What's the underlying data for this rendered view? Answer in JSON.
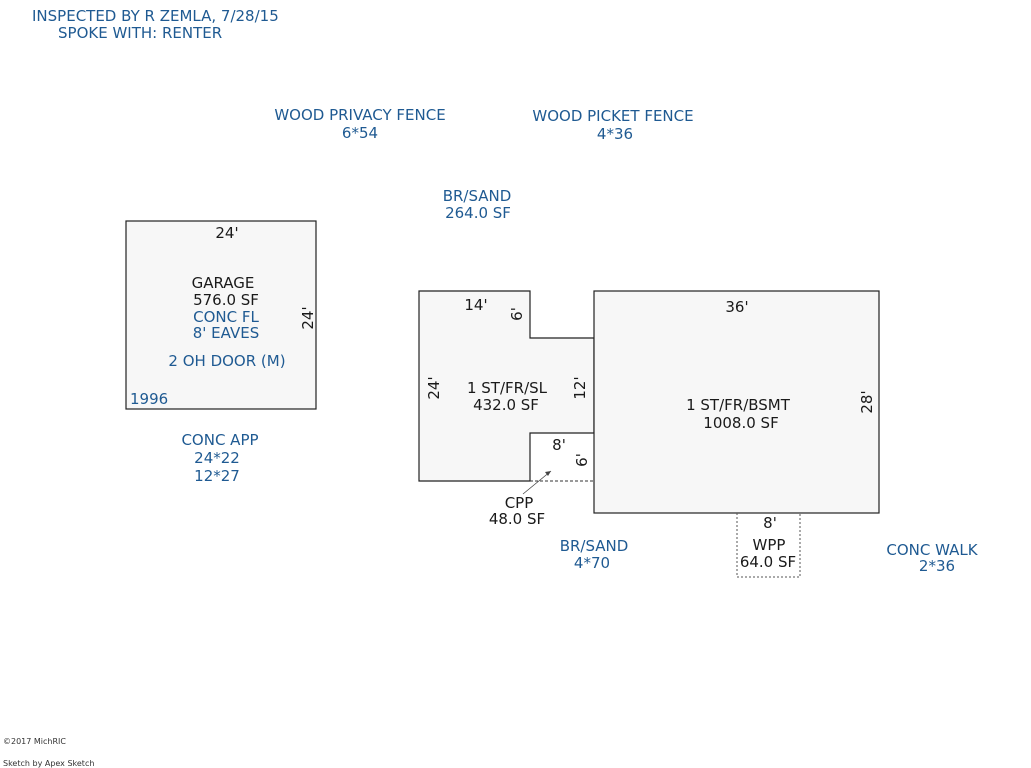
{
  "header": {
    "line1": "INSPECTED BY R ZEMLA,  7/28/15",
    "line2": "SPOKE WITH:  RENTER"
  },
  "notes": {
    "privacy_fence_title": "WOOD PRIVACY FENCE",
    "privacy_fence_size": "6*54",
    "picket_fence_title": "WOOD PICKET FENCE",
    "picket_fence_size": "4*36",
    "brsand_top_title": "BR/SAND",
    "brsand_top_area": "264.0 SF",
    "conc_app_title": "CONC APP",
    "conc_app_size1": "24*22",
    "conc_app_size2": "12*27",
    "brsand_bottom_title": "BR/SAND",
    "brsand_bottom_size": "4*70",
    "conc_walk_title": "CONC WALK",
    "conc_walk_size": "2*36"
  },
  "garage": {
    "top_dim": "24'",
    "right_dim": "24'",
    "name": "GARAGE",
    "area": "576.0 SF",
    "floor": "CONC FL",
    "eaves": "8' EAVES",
    "doors": "2 OH DOOR (M)",
    "year": "1996"
  },
  "slab_section": {
    "top_dim": "14'",
    "notch_dim": "6'",
    "left_dim": "24'",
    "right_dim": "12'",
    "name": "1 ST/FR/SL",
    "area": "432.0 SF"
  },
  "basement_section": {
    "top_dim": "36'",
    "right_dim": "28'",
    "name": "1 ST/FR/BSMT",
    "area": "1008.0 SF"
  },
  "cpp": {
    "width_dim": "8'",
    "height_dim": "6'",
    "name": "CPP",
    "area": "48.0 SF"
  },
  "wpp": {
    "width_dim": "8'",
    "name": "WPP",
    "area": "64.0 SF"
  },
  "footer": {
    "copyright": "©2017 MichRIC",
    "credit": "Sketch by Apex Sketch"
  },
  "colors": {
    "blue_text": "#1f5a92",
    "black_text": "#1a1a1a",
    "room_fill": "#f7f7f7",
    "outline": "#222222"
  }
}
